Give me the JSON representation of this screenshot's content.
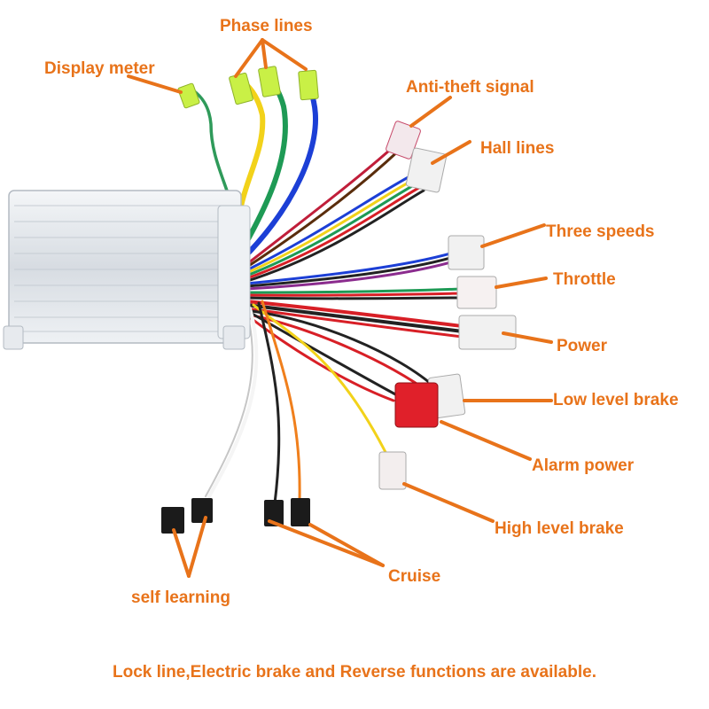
{
  "labels": {
    "display_meter": "Display meter",
    "phase_lines": "Phase lines",
    "anti_theft": "Anti-theft signal",
    "hall_lines": "Hall lines",
    "three_speeds": "Three speeds",
    "throttle": "Throttle",
    "power": "Power",
    "low_brake": "Low level brake",
    "alarm_power": "Alarm power",
    "high_brake": "High level brake",
    "cruise": "Cruise",
    "self_learning": "self learning"
  },
  "footer": "Lock line,Electric brake and Reverse functions are available.",
  "colors": {
    "label_text": "#e8731a",
    "arrow": "#e8731a",
    "controller_body": "#dfe3e8",
    "phase_yellow": "#f2d21a",
    "phase_green": "#1e9a55",
    "phase_blue": "#1c3fd6",
    "connector_green": "#c9f046",
    "connector_red": "#e0202a"
  }
}
